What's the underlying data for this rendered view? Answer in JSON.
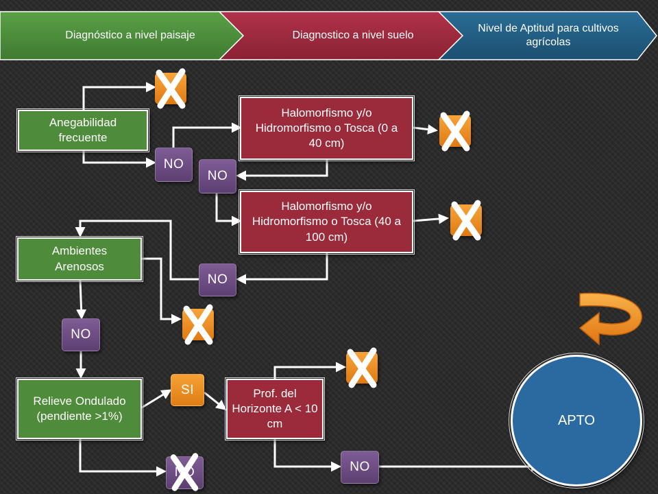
{
  "header": {
    "step1": "Diagnóstico a nivel paisaje",
    "step2": "Diagnostico a nivel suelo",
    "step3": "Nivel de Aptitud para cultivos agrícolas",
    "colors": {
      "step1": "#4a8a3c",
      "step2": "#9b2a3b",
      "step3": "#1f5c80"
    }
  },
  "nodes": {
    "anegabilidad": "Anegabilidad frecuente",
    "halomorfismo_1": "Halomorfismo y/o Hidromorfismo o Tosca (0 a 40 cm)",
    "halomorfismo_2": "Halomorfismo y/o Hidromorfismo o Tosca (40 a 100 cm)",
    "ambientes": "Ambientes Arenosos",
    "relieve": "Relieve Ondulado (pendiente >1%)",
    "prof_horizonte": "Prof. del Horizonte A < 10 cm",
    "apto": "APTO"
  },
  "tags": {
    "no": "NO",
    "si": "SI"
  },
  "icons": {
    "reject": "x-mark-icon",
    "return": "curved-arrow-icon"
  }
}
